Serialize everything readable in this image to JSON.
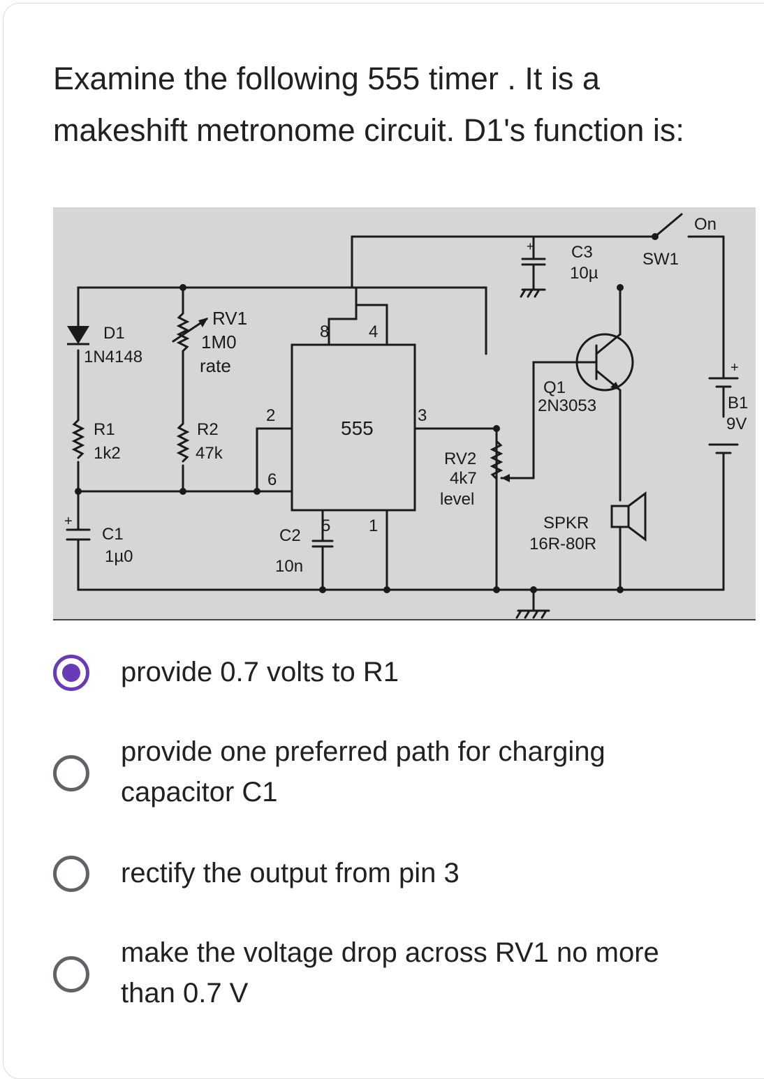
{
  "question": {
    "line1": "Examine the following 555 timer . It is a",
    "line2": "makeshift metronome circuit. D1's function is:"
  },
  "circuit": {
    "d1_name": "D1",
    "d1_part": "1N4148",
    "rv1_name": "RV1",
    "rv1_value": "1M0",
    "rv1_desc": "rate",
    "r1_name": "R1",
    "r1_value": "1k2",
    "r2_name": "R2",
    "r2_value": "47k",
    "c1_name": "C1",
    "c1_value": "1µ0",
    "c2_name": "C2",
    "c2_value": "10n",
    "c3_name": "C3",
    "c3_value": "10µ",
    "ic_name": "555",
    "pin8": "8",
    "pin4": "4",
    "pin2": "2",
    "pin6": "6",
    "pin3": "3",
    "pin5": "5",
    "pin1": "1",
    "rv2_name": "RV2",
    "rv2_value": "4k7",
    "rv2_desc": "level",
    "q1_name": "Q1",
    "q1_part": "2N3053",
    "spkr_name": "SPKR",
    "spkr_value": "16R-80R",
    "sw1_name": "SW1",
    "sw1_state": "On",
    "b1_name": "B1",
    "b1_value": "9V",
    "plus": "+"
  },
  "options": [
    {
      "lines": [
        "provide 0.7 volts to R1"
      ],
      "selected": true
    },
    {
      "lines": [
        "provide one preferred path for charging",
        "capacitor C1"
      ],
      "selected": false
    },
    {
      "lines": [
        "rectify the output from pin 3"
      ],
      "selected": false
    },
    {
      "lines": [
        "make the voltage drop across RV1 no more",
        "than 0.7 V"
      ],
      "selected": false
    }
  ],
  "colors": {
    "accent": "#673ab7",
    "radio_unselected": "#5f6368",
    "diagram_bg": "#d6d6d6"
  }
}
